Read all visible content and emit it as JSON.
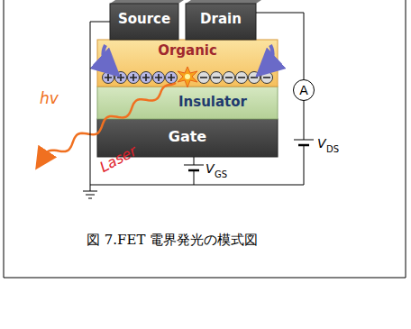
{
  "diagram": {
    "caption": "図 7.FET 電界発光の模式図",
    "nodes": [
      {
        "text": [
          "Source"
        ]
      },
      {
        "text": [
          "Drain"
        ]
      },
      {
        "text": [
          "Organic"
        ]
      },
      {
        "text": [
          "Insulator"
        ]
      },
      {
        "text": [
          "Gate"
        ]
      },
      {
        "text": [
          "A"
        ]
      }
    ],
    "edges": [
      {
        "from": 1,
        "to": 5,
        "arrow": "none"
      }
    ],
    "labels": [
      "hv",
      "Laser",
      "V",
      "DS",
      "V",
      "GS"
    ]
  }
}
